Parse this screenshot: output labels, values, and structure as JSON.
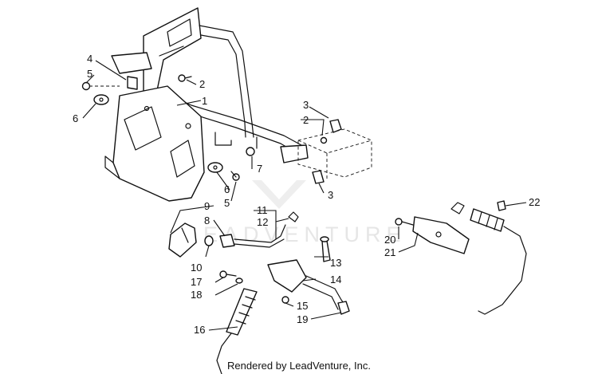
{
  "callouts": {
    "c1": "1",
    "c2a": "2",
    "c2b": "2",
    "c3a": "3",
    "c3b": "3",
    "c4": "4",
    "c5a": "5",
    "c5b": "5",
    "c6a": "6",
    "c6b": "6",
    "c7": "7",
    "c8": "8",
    "c9": "9",
    "c10": "10",
    "c11": "11",
    "c12": "12",
    "c13": "13",
    "c14": "14",
    "c15": "15",
    "c16": "16",
    "c17": "17",
    "c18": "18",
    "c19": "19",
    "c20": "20",
    "c21": "21",
    "c22": "22"
  },
  "watermark": "LEADVENTURE",
  "credit": "Rendered by LeadVenture, Inc."
}
